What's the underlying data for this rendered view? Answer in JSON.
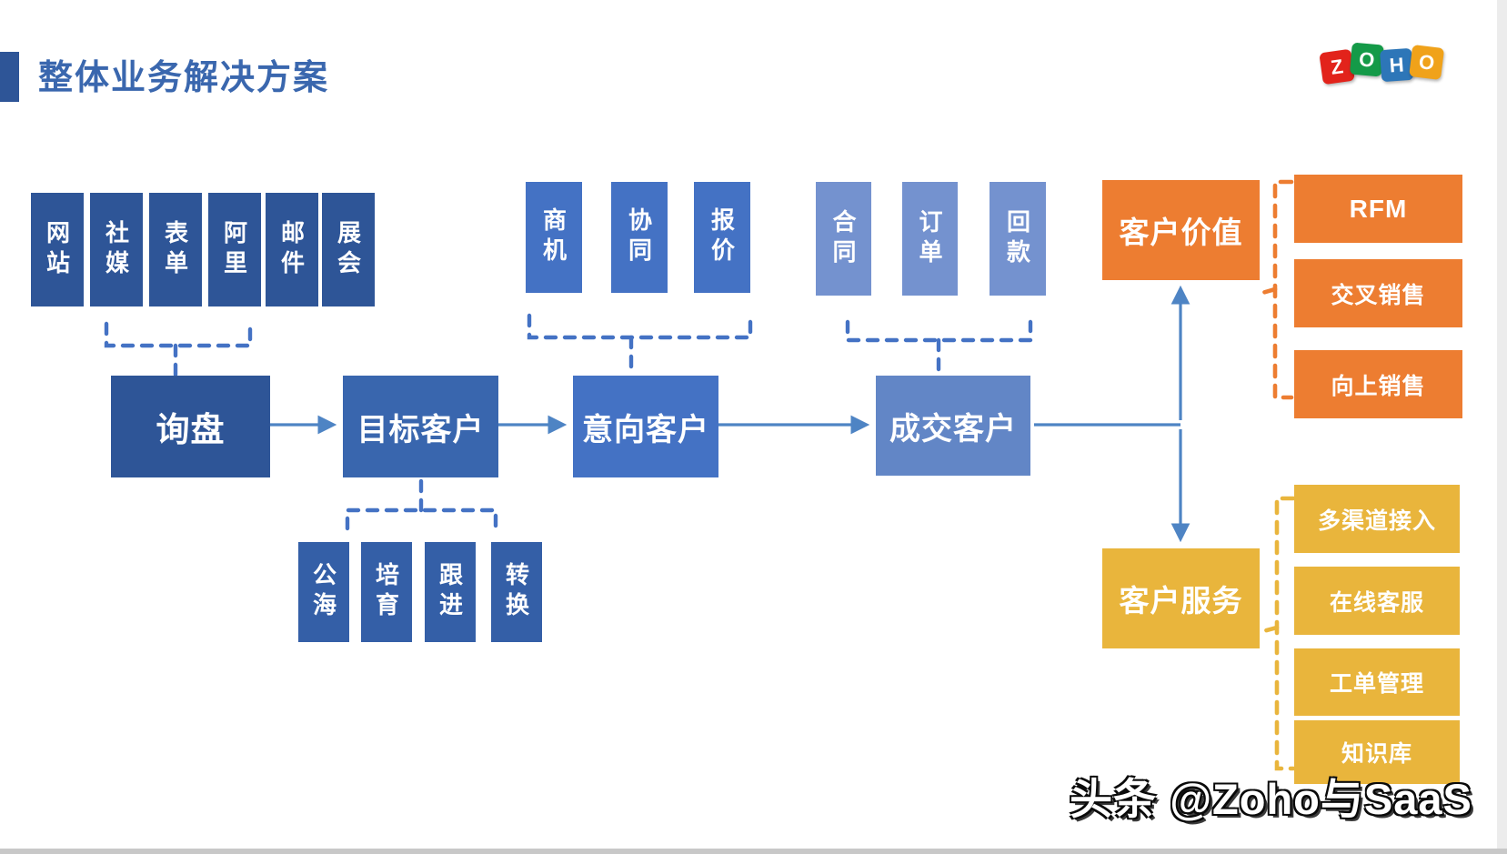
{
  "title": "整体业务解决方案",
  "logo": {
    "letters": [
      "Z",
      "O",
      "H",
      "O"
    ]
  },
  "watermark": "头条 @Zoho与SaaS",
  "flow": {
    "inquiry": "询盘",
    "target": "目标客户",
    "intent": "意向客户",
    "deal": "成交客户",
    "value": "客户价值",
    "service": "客户服务"
  },
  "sources": [
    "网站",
    "社媒",
    "表单",
    "阿里",
    "邮件",
    "展会"
  ],
  "target_tools": [
    "公海",
    "培育",
    "跟进",
    "转换"
  ],
  "intent_tools": [
    "商机",
    "协同",
    "报价"
  ],
  "deal_tools": [
    "合同",
    "订单",
    "回款"
  ],
  "value_items": [
    "RFM",
    "交叉销售",
    "向上销售"
  ],
  "service_items": [
    "多渠道接入",
    "在线客服",
    "工单管理",
    "知识库"
  ],
  "colors": {
    "dark_blue": "#2E5597",
    "mid_blue": "#3966AE",
    "accent_blue": "#4472C4",
    "light_blue": "#6286C6",
    "lighter_blue": "#7492CF",
    "orange": "#ED7D31",
    "gold": "#E9B53C",
    "arrow": "#4E84C4",
    "title_text": "#3A67AE"
  }
}
